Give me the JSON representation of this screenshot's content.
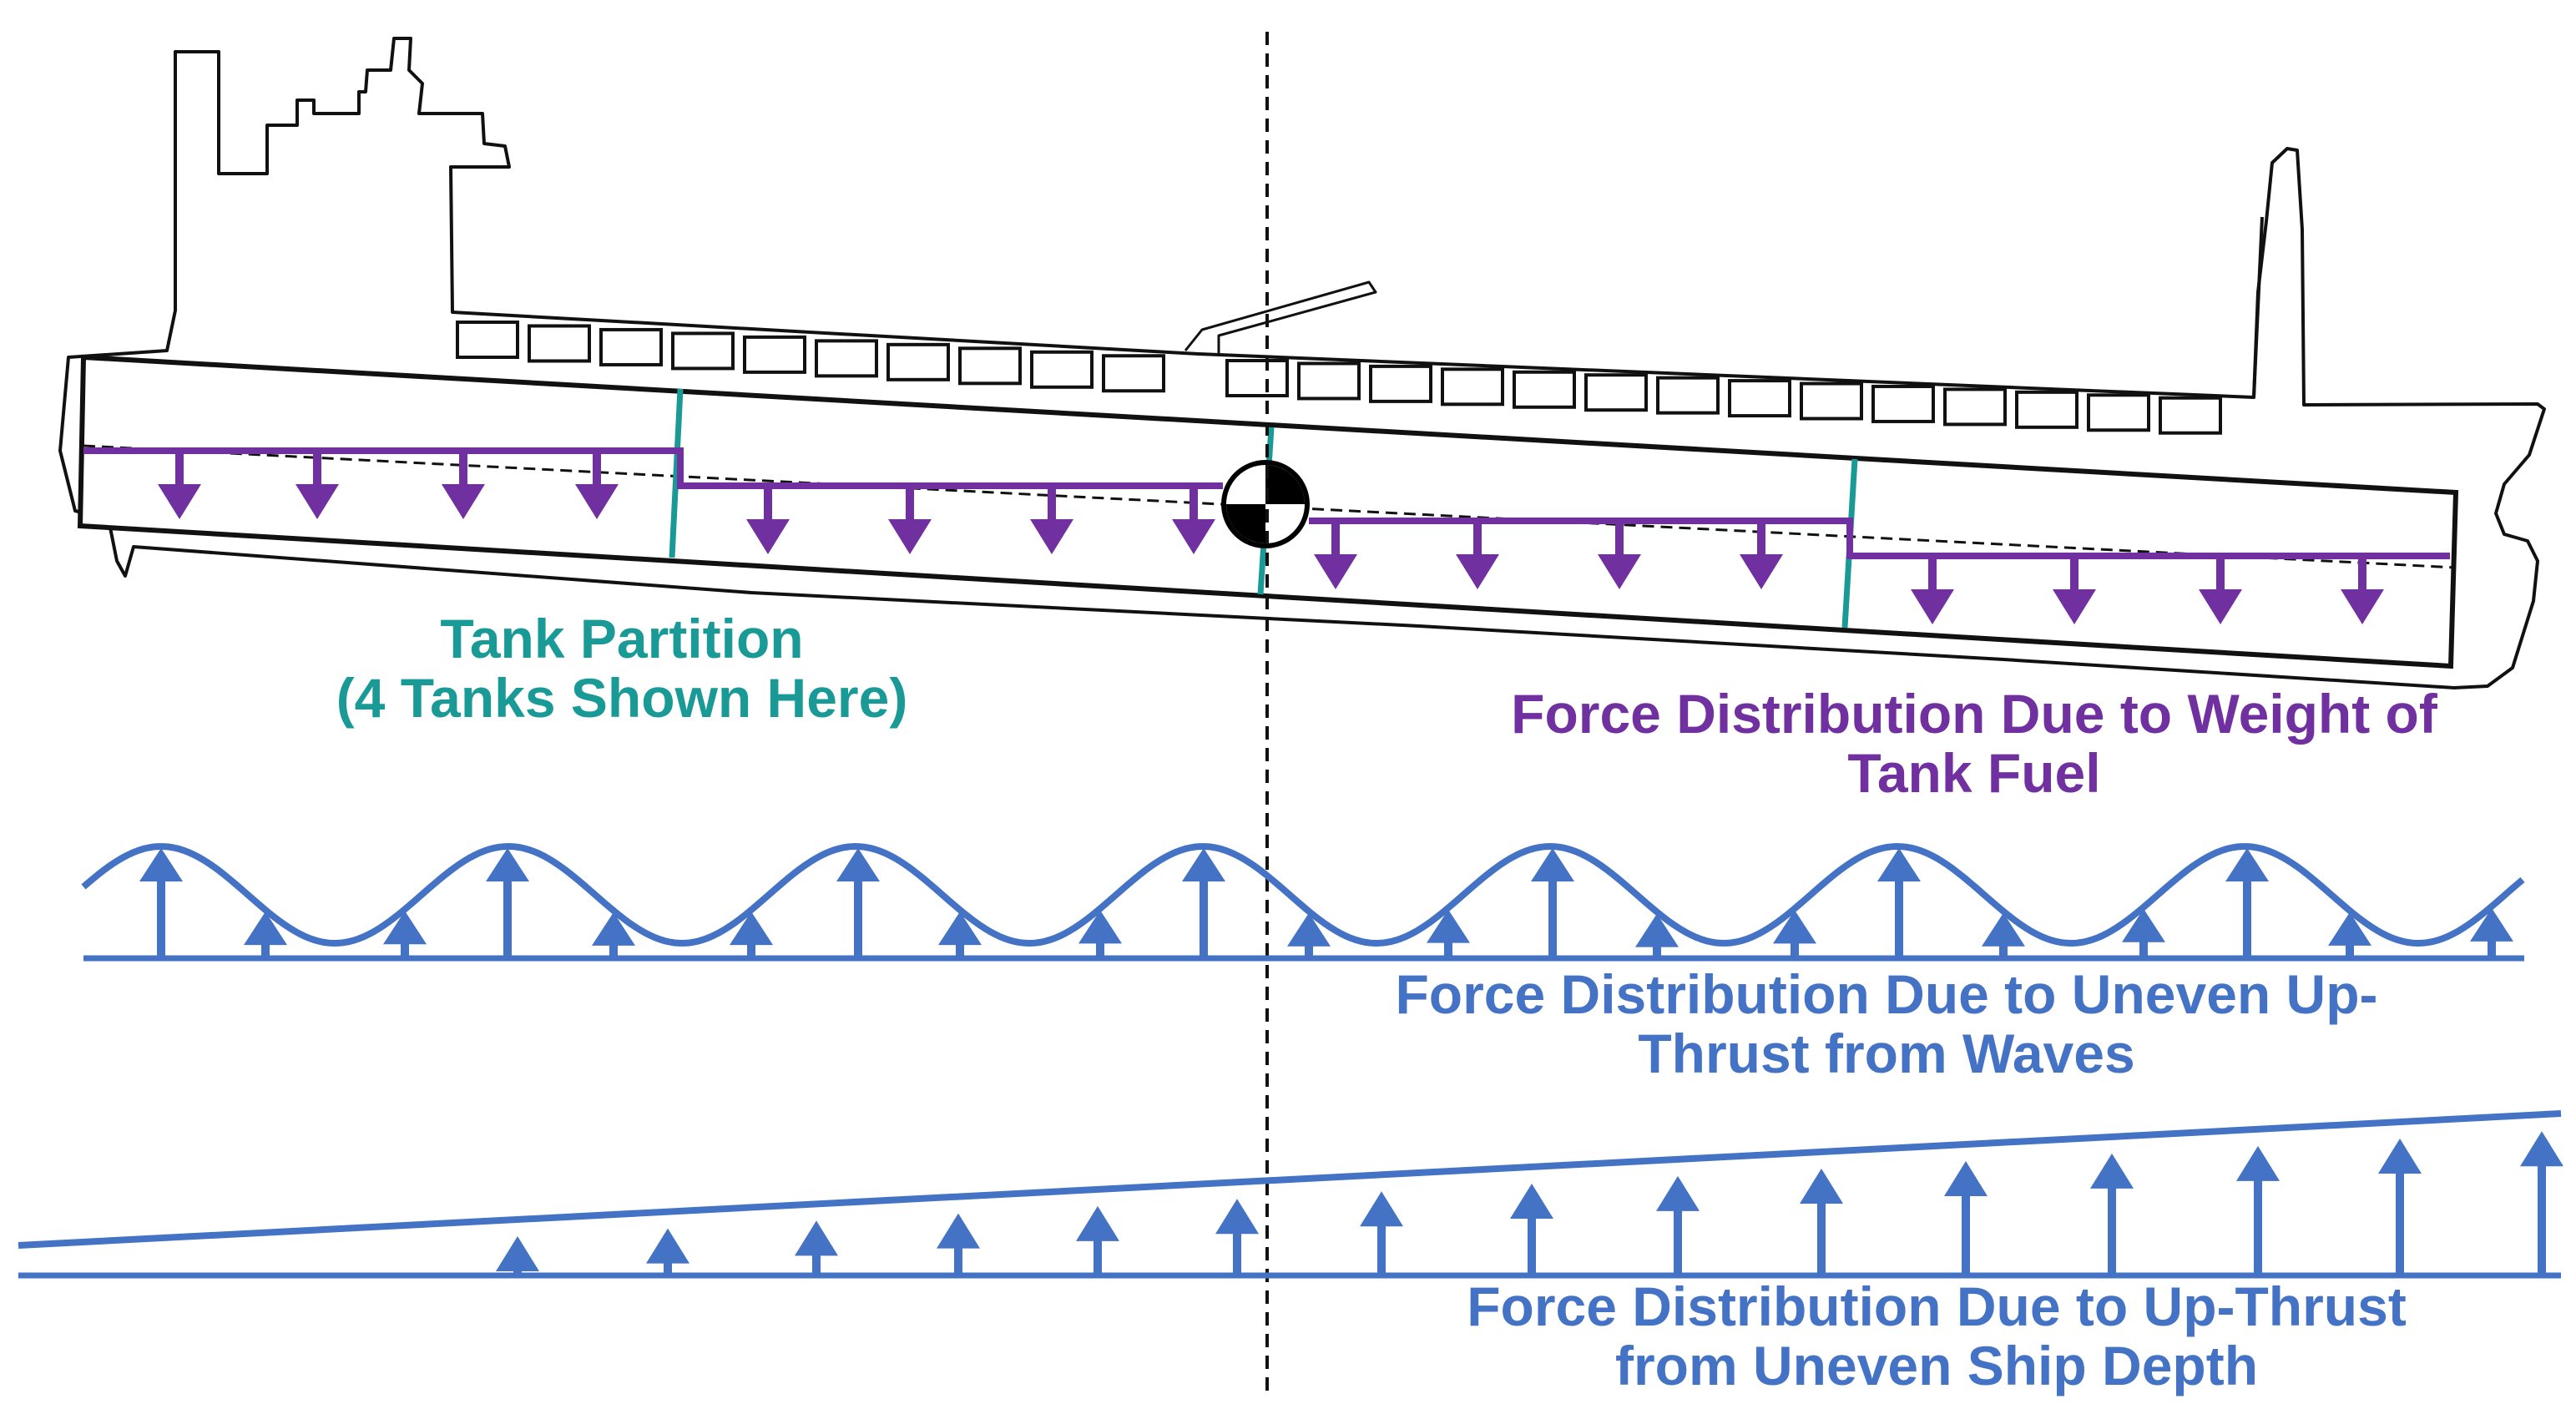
{
  "labels": {
    "tank_partition_line1": "Tank Partition",
    "tank_partition_line2": "(4 Tanks Shown Here)",
    "fuel_weight_line1": "Force Distribution Due to Weight of",
    "fuel_weight_line2": "Tank Fuel",
    "waves_line1": "Force Distribution Due to Uneven Up-",
    "waves_line2": "Thrust from Waves",
    "depth_line1": "Force Distribution Due to Up-Thrust",
    "depth_line2": "from Uneven Ship Depth"
  },
  "colors": {
    "teal": "#1a9a96",
    "purple": "#7030a0",
    "blue": "#4472c4",
    "outline": "#111111"
  },
  "tank_count": 4,
  "icons": [
    "ship-outline",
    "center-of-gravity-icon",
    "down-arrow-icon",
    "up-arrow-icon"
  ]
}
